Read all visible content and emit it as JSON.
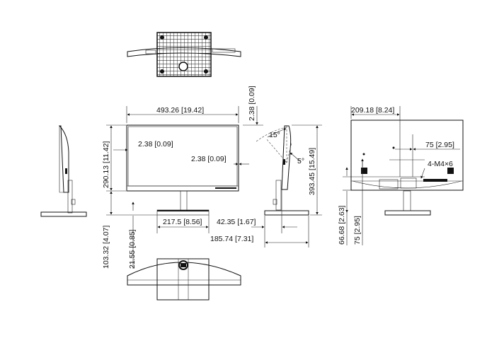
{
  "front": {
    "width": "493.26",
    "width_in": "[19.42]",
    "top_bezel": "2.38",
    "top_bezel_in": "[0.09]",
    "side_bezel": "2.38",
    "side_bezel_in": "[0.09]",
    "inner_side_bezel": "2.38",
    "inner_side_bezel_in": "[0.09]",
    "screen_height": "290.13",
    "screen_height_in": "[11.42]",
    "base_width": "217.5",
    "base_width_in": "[8.56]",
    "lower_height": "103.32",
    "lower_height_in": "[4.07]",
    "base_height": "21.55",
    "base_height_in": "[0.85]"
  },
  "side": {
    "tilt_back": "15°",
    "tilt_forward": "5°",
    "total_height": "393.45",
    "total_height_in": "[15.49]",
    "base_offset": "42.35",
    "base_offset_in": "[1.67]",
    "depth": "185.74",
    "depth_in": "[7.31]"
  },
  "rear": {
    "mount_from_edge": "209.18",
    "mount_from_edge_in": "[8.24]",
    "vesa": "75",
    "vesa_in": "[2.95]",
    "screws": "4-M4×6",
    "mount_height": "66.68",
    "mount_height_in": "[2.63]",
    "vesa_vertical": "75",
    "vesa_vertical_in": "[2.95]"
  }
}
